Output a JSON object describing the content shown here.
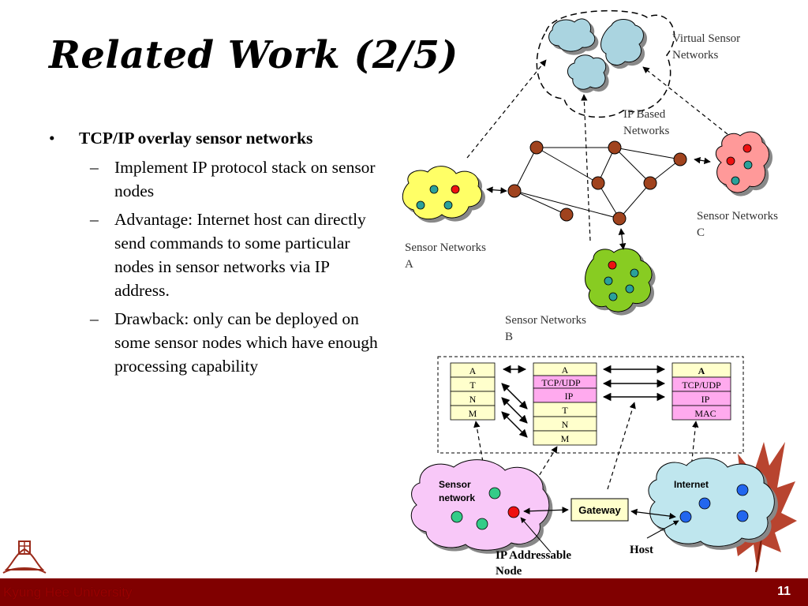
{
  "slide": {
    "title": "Related Work (2/5)",
    "footer_university": "Kyung Hee University",
    "page_number": "11"
  },
  "bullets": {
    "main": "TCP/IP overlay sensor networks",
    "subs": [
      "Implement IP protocol stack on sensor nodes",
      "Advantage: Internet host can directly send commands to some particular nodes in sensor networks via IP address.",
      "Drawback: only can be deployed on some sensor nodes which have enough processing capability"
    ]
  },
  "top_diagram": {
    "virtual_sensor_networks": [
      "Virtual Sensor",
      "Networks"
    ],
    "ip_based_networks": [
      "IP Based",
      "Networks"
    ],
    "sensor_networks_a": [
      "Sensor Networks",
      "A"
    ],
    "sensor_networks_b": [
      "Sensor Networks",
      "B"
    ],
    "sensor_networks_c": [
      "Sensor Networks",
      "C"
    ]
  },
  "bottom_diagram": {
    "stack_sensor": [
      "A",
      "T",
      "N",
      "M"
    ],
    "stack_gateway": [
      "A",
      "TCP/UDP",
      "IP",
      "T",
      "N",
      "M"
    ],
    "stack_host": [
      "A",
      "TCP/UDP",
      "IP",
      "MAC"
    ],
    "sensor_network_label": [
      "Sensor",
      "network"
    ],
    "internet_label": "Internet",
    "gateway_label": "Gateway",
    "host_label": "Host",
    "ip_node_label": [
      "IP Addressable",
      "Node"
    ]
  },
  "colors": {
    "footer": "#800000",
    "router_node": "#a0431e",
    "cloud_yellow": "#ffff66",
    "cloud_pink": "#ff9999",
    "cloud_green": "#88cc22",
    "cloud_virtual": "#aad4e0",
    "cloud_sensor_bottom": "#f8c8f8",
    "cloud_internet": "#bfe6ee",
    "stack_pink": "#ffaaee",
    "stack_yellow": "#ffffcc"
  }
}
